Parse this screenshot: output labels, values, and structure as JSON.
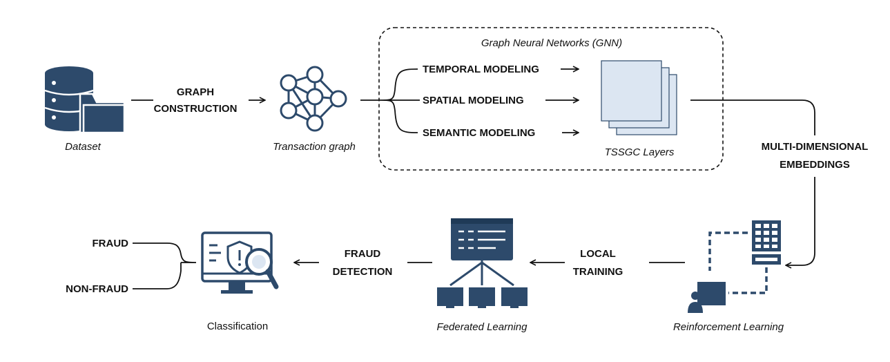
{
  "gnn_box": {
    "title": "Graph Neural Networks (GNN)"
  },
  "nodes": {
    "dataset": "Dataset",
    "transaction_graph": "Transaction graph",
    "tssgc_layers": "TSSGC Layers",
    "reinforcement_learning": "Reinforcement Learning",
    "federated_learning": "Federated Learning",
    "classification": "Classification"
  },
  "edges": {
    "graph_construction": [
      "GRAPH",
      "CONSTRUCTION"
    ],
    "temporal_modeling": "TEMPORAL MODELING",
    "spatial_modeling": "SPATIAL MODELING",
    "semantic_modeling": "SEMANTIC MODELING",
    "multi_dimensional_embeddings": [
      "MULTI-DIMENSIONAL",
      "EMBEDDINGS"
    ],
    "local_training": [
      "LOCAL",
      "TRAINING"
    ],
    "fraud_detection": [
      "FRAUD",
      "DETECTION"
    ]
  },
  "outputs": {
    "fraud": "FRAUD",
    "non_fraud": "NON-FRAUD"
  },
  "colors": {
    "icon": "#2d4a6b",
    "icon_light": "#dce6f2",
    "line": "#111111"
  }
}
